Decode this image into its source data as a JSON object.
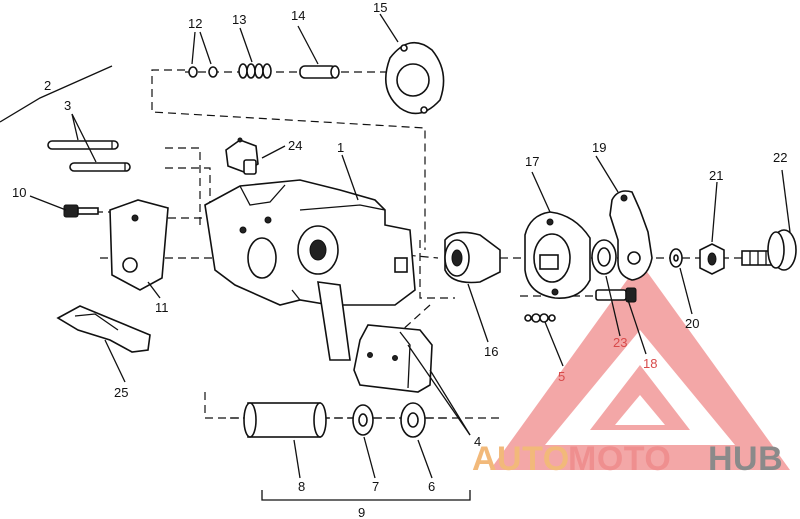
{
  "callouts": {
    "c1": "1",
    "c2": "2",
    "c3": "3",
    "c4": "4",
    "c5": "5",
    "c6": "6",
    "c7": "7",
    "c8": "8",
    "c9": "9",
    "c10": "10",
    "c11": "11",
    "c12": "12",
    "c13": "13",
    "c14": "14",
    "c15": "15",
    "c16": "16",
    "c17": "17",
    "c18": "18",
    "c19": "19",
    "c20": "20",
    "c21": "21",
    "c22": "22",
    "c23": "23",
    "c24": "24",
    "c25": "25"
  },
  "watermark": {
    "part1": "AUTO",
    "part2": "MOTO",
    "part3": "HUB",
    "color_auto": "#f2b97a",
    "color_moto": "#ef8f8f",
    "color_hub": "#8a8a8a",
    "triangle_color": "#f08a8a"
  }
}
